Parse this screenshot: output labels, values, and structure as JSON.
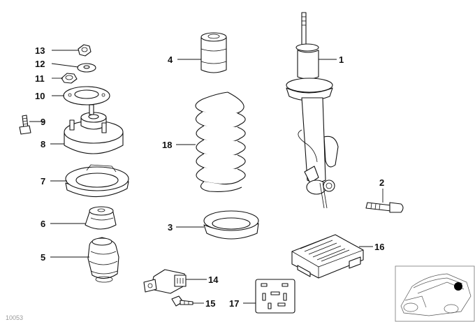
{
  "callouts": [
    {
      "id": "13",
      "label": "13"
    },
    {
      "id": "12",
      "label": "12"
    },
    {
      "id": "11",
      "label": "11"
    },
    {
      "id": "10",
      "label": "10"
    },
    {
      "id": "9",
      "label": "9"
    },
    {
      "id": "8",
      "label": "8"
    },
    {
      "id": "7",
      "label": "7"
    },
    {
      "id": "6",
      "label": "6"
    },
    {
      "id": "5",
      "label": "5"
    },
    {
      "id": "4",
      "label": "4"
    },
    {
      "id": "18",
      "label": "18"
    },
    {
      "id": "3",
      "label": "3"
    },
    {
      "id": "1",
      "label": "1"
    },
    {
      "id": "2",
      "label": "2"
    },
    {
      "id": "16",
      "label": "16"
    },
    {
      "id": "14",
      "label": "14"
    },
    {
      "id": "15",
      "label": "15"
    },
    {
      "id": "17",
      "label": "17"
    }
  ],
  "watermark": "10053"
}
